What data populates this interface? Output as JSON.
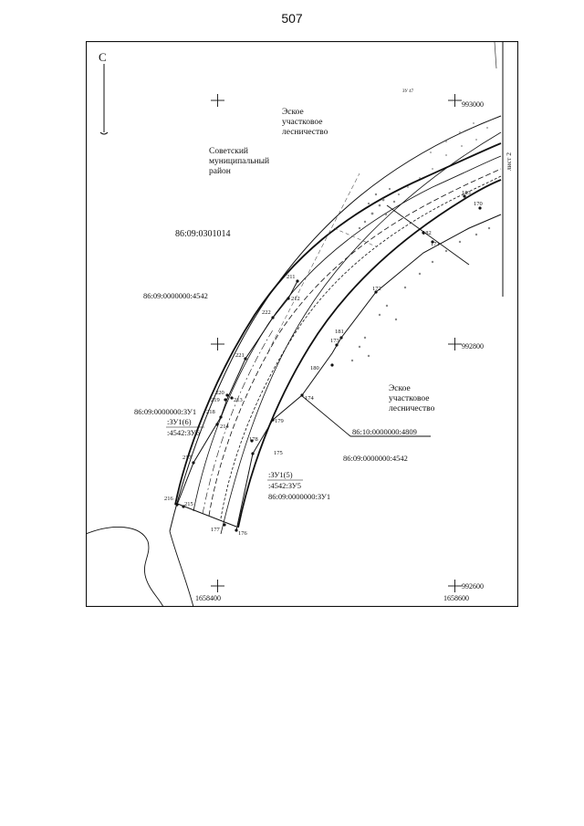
{
  "page_number": "507",
  "north_arrow": {
    "label": "С"
  },
  "sheet_label": "лист 2",
  "coords": {
    "top_right": "993000",
    "mid_right": "992800",
    "bottom_right": "992600",
    "bottom_left_x": "1658400",
    "bottom_right_x": "1658600"
  },
  "small_label": "ЗУ 47",
  "areas": {
    "forestry_top": [
      "Эское",
      "участковое",
      "лесничество"
    ],
    "district": [
      "Советский",
      "муниципальный",
      "район"
    ],
    "forestry_bottom": [
      "Эское",
      "участковое",
      "лесничество"
    ]
  },
  "parcels": {
    "quarter": "86:09:0301014",
    "left": "86:09:0000000:4542",
    "right_lower": "86:09:0000000:4542",
    "callout": "86:10:0000000:4809",
    "left_group": [
      "86:09:0000000:ЗУ1",
      ":ЗУ1(6)",
      ":4542:ЗУ6"
    ],
    "right_group": [
      ":ЗУ1(5)",
      ":4542:ЗУ5",
      "86:09:0000000:ЗУ1"
    ]
  },
  "points": {
    "p211": "211",
    "p212": "212",
    "p222": "222",
    "p221": "221",
    "p220": "220",
    "p219": "219",
    "p213": "213",
    "p218": "218",
    "p214": "214",
    "p217": "217",
    "p216": "216",
    "p215": "215",
    "p177": "177",
    "p176": "176",
    "p175": "175",
    "p178": "178",
    "p179": "179",
    "p174": "174",
    "p180": "180",
    "p173": "173",
    "p181": "181",
    "p172": "172",
    "p182": "182",
    "p183": "183",
    "p171": "171",
    "p170": "170"
  }
}
